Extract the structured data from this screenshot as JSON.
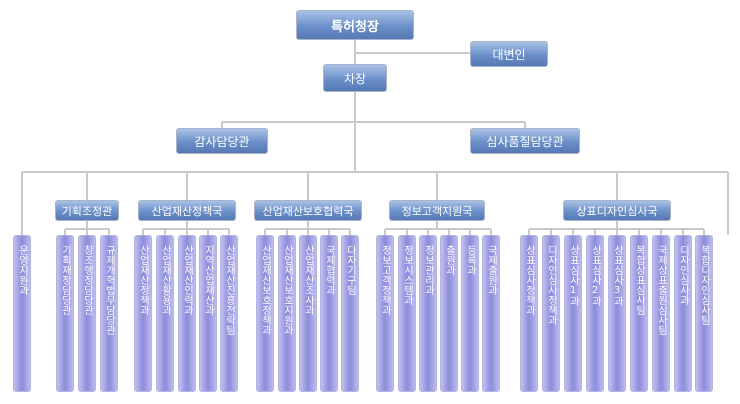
{
  "top": {
    "commissioner": "특허청장",
    "spokesperson": "대변인",
    "vice": "차장",
    "audit": "감사담당관",
    "quality": "심사품질담당관"
  },
  "standalone_unit": "운영지원과",
  "bureaus": [
    {
      "name": "기획조정관",
      "units": [
        "기획재정담당관",
        "창조행정담당관",
        "규제개혁법무담당관"
      ]
    },
    {
      "name": "산업재산정책국",
      "units": [
        "산업재산정책과",
        "산업재산활용과",
        "산업재산인력과",
        "지역산업재산과",
        "산업재산진흥전략팀"
      ]
    },
    {
      "name": "산업재산보호협력국",
      "units": [
        "산업재산보호정책과",
        "산업재산보호지원과",
        "산업재산조사과",
        "국제협력과",
        "다자기구팀"
      ]
    },
    {
      "name": "정보고객지원국",
      "units": [
        "정보고객정책과",
        "정보시스템과",
        "정보관리과",
        "출원과",
        "등록과",
        "국제출원과"
      ]
    },
    {
      "name": "상표디자인심사국",
      "units": [
        "상표심사정책과",
        "디자인심사정책과",
        "상표심사1과",
        "상표심사2과",
        "상표심사3과",
        "복합상표심사팀",
        "국제상표출원심사팀",
        "디자인심사과",
        "복합디자인심사팀"
      ]
    }
  ],
  "colors": {
    "line": "#c9c9c9",
    "blue_box": "#6b8fc8",
    "unit_box": "#8f8fdc"
  }
}
